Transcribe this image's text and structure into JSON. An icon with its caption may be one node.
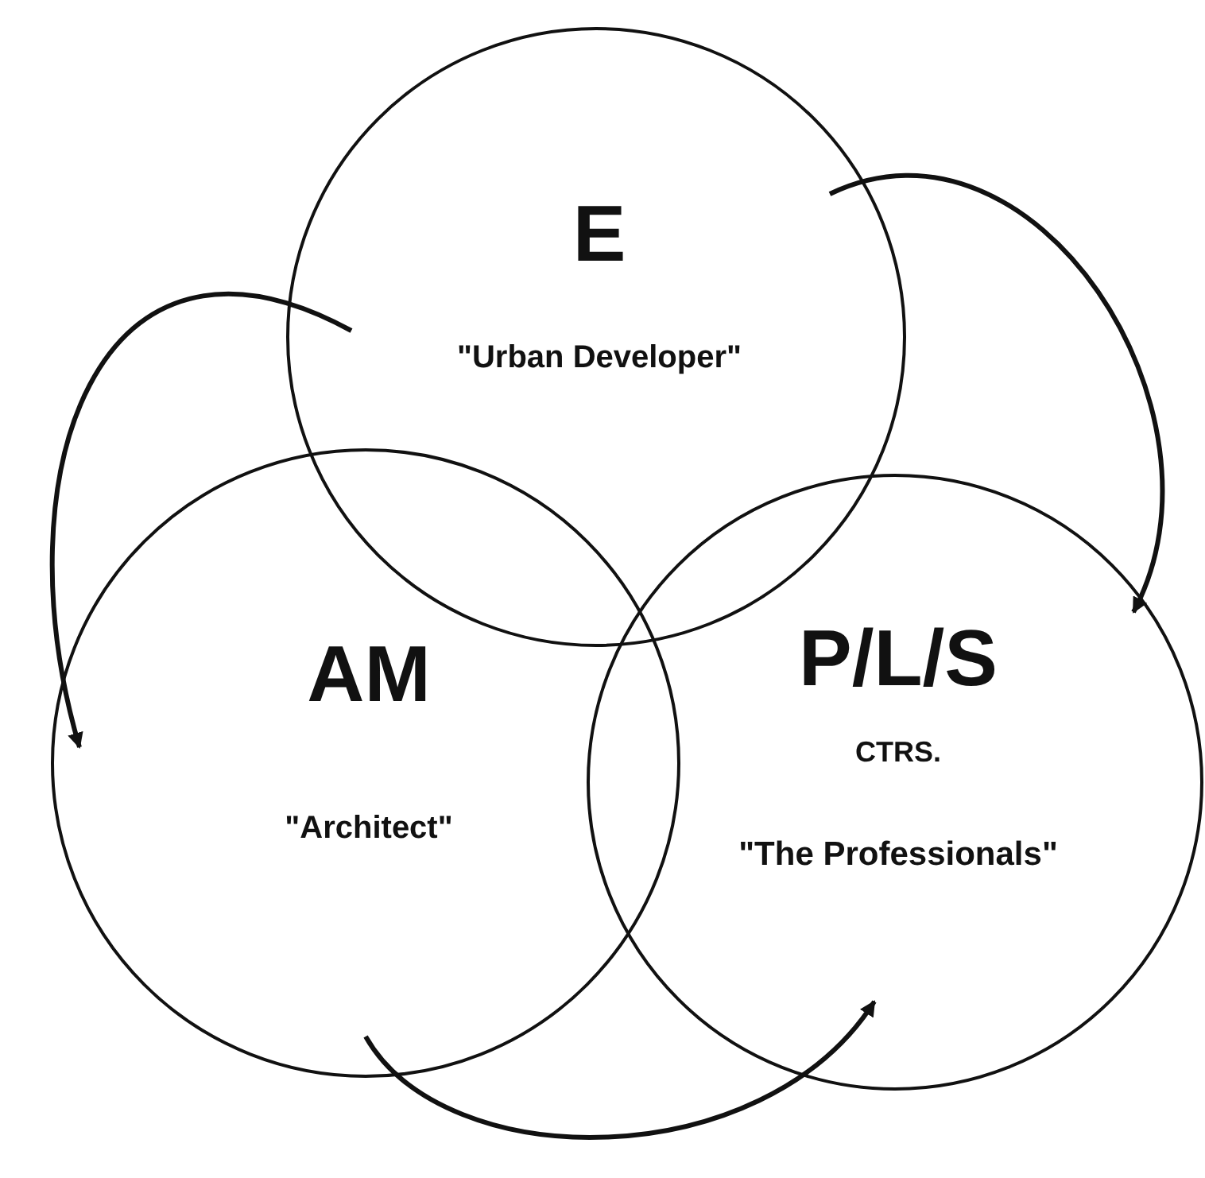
{
  "diagram": {
    "nodes": [
      {
        "text": [
          "E",
          "\"Urban Developer\""
        ]
      },
      {
        "text": [
          "AM",
          "\"Architect\""
        ]
      },
      {
        "text": [
          "P/L/S",
          "CTRS.",
          "\"The Professionals\""
        ]
      }
    ],
    "edges": [
      {
        "from": 0,
        "to": 1,
        "arrow": "to"
      },
      {
        "from": 0,
        "to": 2,
        "arrow": "to"
      },
      {
        "from": 1,
        "to": 2,
        "arrow": "to"
      }
    ]
  }
}
